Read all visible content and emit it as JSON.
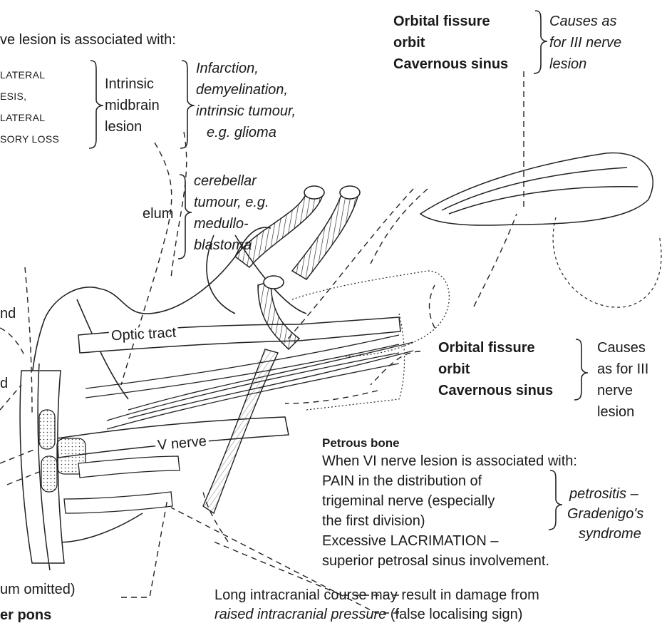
{
  "top_fragment": "ve lesion is associated with:",
  "midbrain": {
    "signs": [
      "LATERAL",
      "ESIS,",
      "LATERAL",
      "SORY LOSS"
    ],
    "lesion": [
      "Intrinsic",
      "midbrain",
      "lesion"
    ],
    "causes": [
      "Infarction,",
      "demyelination,",
      "intrinsic tumour,",
      "e.g. glioma"
    ]
  },
  "cerebellum": {
    "label_fragment": "elum",
    "causes": [
      "cerebellar",
      "tumour, e.g.",
      "medullo-",
      "blastoma"
    ]
  },
  "left_fragments": [
    "nd",
    "d"
  ],
  "orbit_top": {
    "sites": [
      "Orbital fissure",
      "orbit",
      "Cavernous sinus"
    ],
    "causes": [
      "Causes as",
      "for III nerve",
      "lesion"
    ]
  },
  "orbit_mid": {
    "sites": [
      "Orbital fissure",
      "orbit",
      "Cavernous sinus"
    ],
    "causes": [
      "Causes",
      "as for III",
      "nerve",
      "lesion"
    ]
  },
  "structures": {
    "optic_tract": "Optic tract",
    "v_nerve": "V nerve"
  },
  "petrous": {
    "heading": "Petrous bone",
    "intro": "When VI nerve lesion is associated with:",
    "pain_lines": [
      "PAIN in the distribution of",
      "trigeminal nerve (especially",
      "the first division)"
    ],
    "lacrimation": "Excessive LACRIMATION –",
    "sinus": "superior petrosal sinus involvement.",
    "causes": [
      "petrositis –",
      "Gradenigo's",
      "syndrome"
    ]
  },
  "bottom": {
    "omitted_fragment": "um omitted)",
    "pons_fragment": "er pons",
    "course_line1": "Long intracranial course may result in damage from",
    "course_italic": "raised intracranial pressure",
    "course_rest": " (false localising sign)"
  }
}
